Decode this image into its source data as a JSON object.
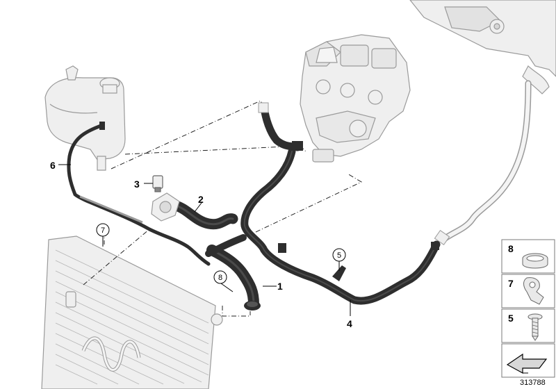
{
  "callouts": {
    "p1": "1",
    "p2": "2",
    "p3": "3",
    "p4": "4",
    "p5": "5",
    "p6": "6",
    "p7": "7",
    "p8": "8"
  },
  "legend": {
    "items": [
      {
        "number": "8",
        "icon": "hose-clamp-icon"
      },
      {
        "number": "7",
        "icon": "pipe-clip-icon"
      },
      {
        "number": "5",
        "icon": "screw-icon"
      }
    ],
    "arrow_icon": "direction-arrow-icon"
  },
  "image_id": "313788",
  "colors": {
    "hose": "#2e2e2e",
    "part_outline": "#9a9a9a",
    "part_fill": "#efefef",
    "legend_border": "#7a7a7a"
  }
}
